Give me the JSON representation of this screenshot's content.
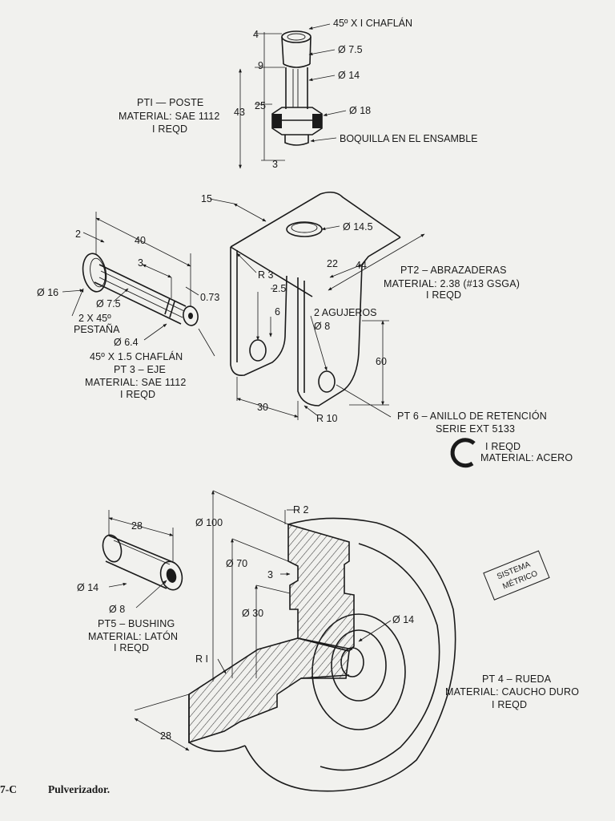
{
  "colors": {
    "paper": "#f1f1ee",
    "ink": "#1a1a1a",
    "hatch": "#3a3a3a"
  },
  "pt1": {
    "chamfer": "45º X I  CHAFLÁN",
    "d1": "Ø 7.5",
    "d2": "Ø 14",
    "d3": "Ø 18",
    "note": "BOQUILLA EN EL ENSAMBLE",
    "dim_4": "4",
    "dim_9": "9",
    "dim_25": "25",
    "dim_43": "43",
    "dim_3": "3",
    "title": "PTI — POSTE",
    "material": "MATERIAL: SAE 1112",
    "reqd": "I REQD"
  },
  "pt2": {
    "dim_15": "15",
    "d_hole": "Ø 14.5",
    "r3": "R 3",
    "dim_22": "22",
    "dim_44": "44",
    "dim_25": "2.5",
    "dim_6": "6",
    "holes": "2 AGUJEROS",
    "holes_d": "Ø 8",
    "dim_60": "60",
    "dim_30": "30",
    "r10": "R 10",
    "title": "PT2 – ABRAZADERAS",
    "material": "MATERIAL: 2.38 (#13 GSGA)",
    "reqd": "I REQD"
  },
  "pt3": {
    "dim_2": "2",
    "dim_40": "40",
    "dim_3": "3",
    "dim_073": "0.73",
    "d16": "Ø 16",
    "d75": "Ø 7.5",
    "flange": "2 X 45º",
    "flange_label": "PESTAÑA",
    "d64": "Ø 6.4",
    "chamfer": "45º X 1.5 CHAFLÁN",
    "title": "PT 3 – EJE",
    "material": "MATERIAL: SAE 1112",
    "reqd": "I REQD"
  },
  "pt6": {
    "title": "PT 6 – ANILLO DE RETENCIÓN",
    "series": "SERIE EXT 5133",
    "reqd": "I REQD",
    "material": "MATERIAL: ACERO"
  },
  "pt5": {
    "dim_28": "28",
    "d14": "Ø 14",
    "d8": "Ø 8",
    "title": "PT5 – BUSHING",
    "material": "MATERIAL: LATÓN",
    "reqd": "I REQD"
  },
  "pt4": {
    "r2": "R 2",
    "d100": "Ø 100",
    "d70": "Ø 70",
    "dim_3": "3",
    "d30": "Ø 30",
    "d14": "Ø 14",
    "r1": "R I",
    "dim_28": "28",
    "title": "PT 4 – RUEDA",
    "material": "MATERIAL: CAUCHO DURO",
    "reqd": "I REQD"
  },
  "stamp": {
    "line1": "SISTEMA",
    "line2": "MÉTRICO"
  },
  "footer": {
    "fig": "7-C",
    "caption": "Pulverizador."
  }
}
